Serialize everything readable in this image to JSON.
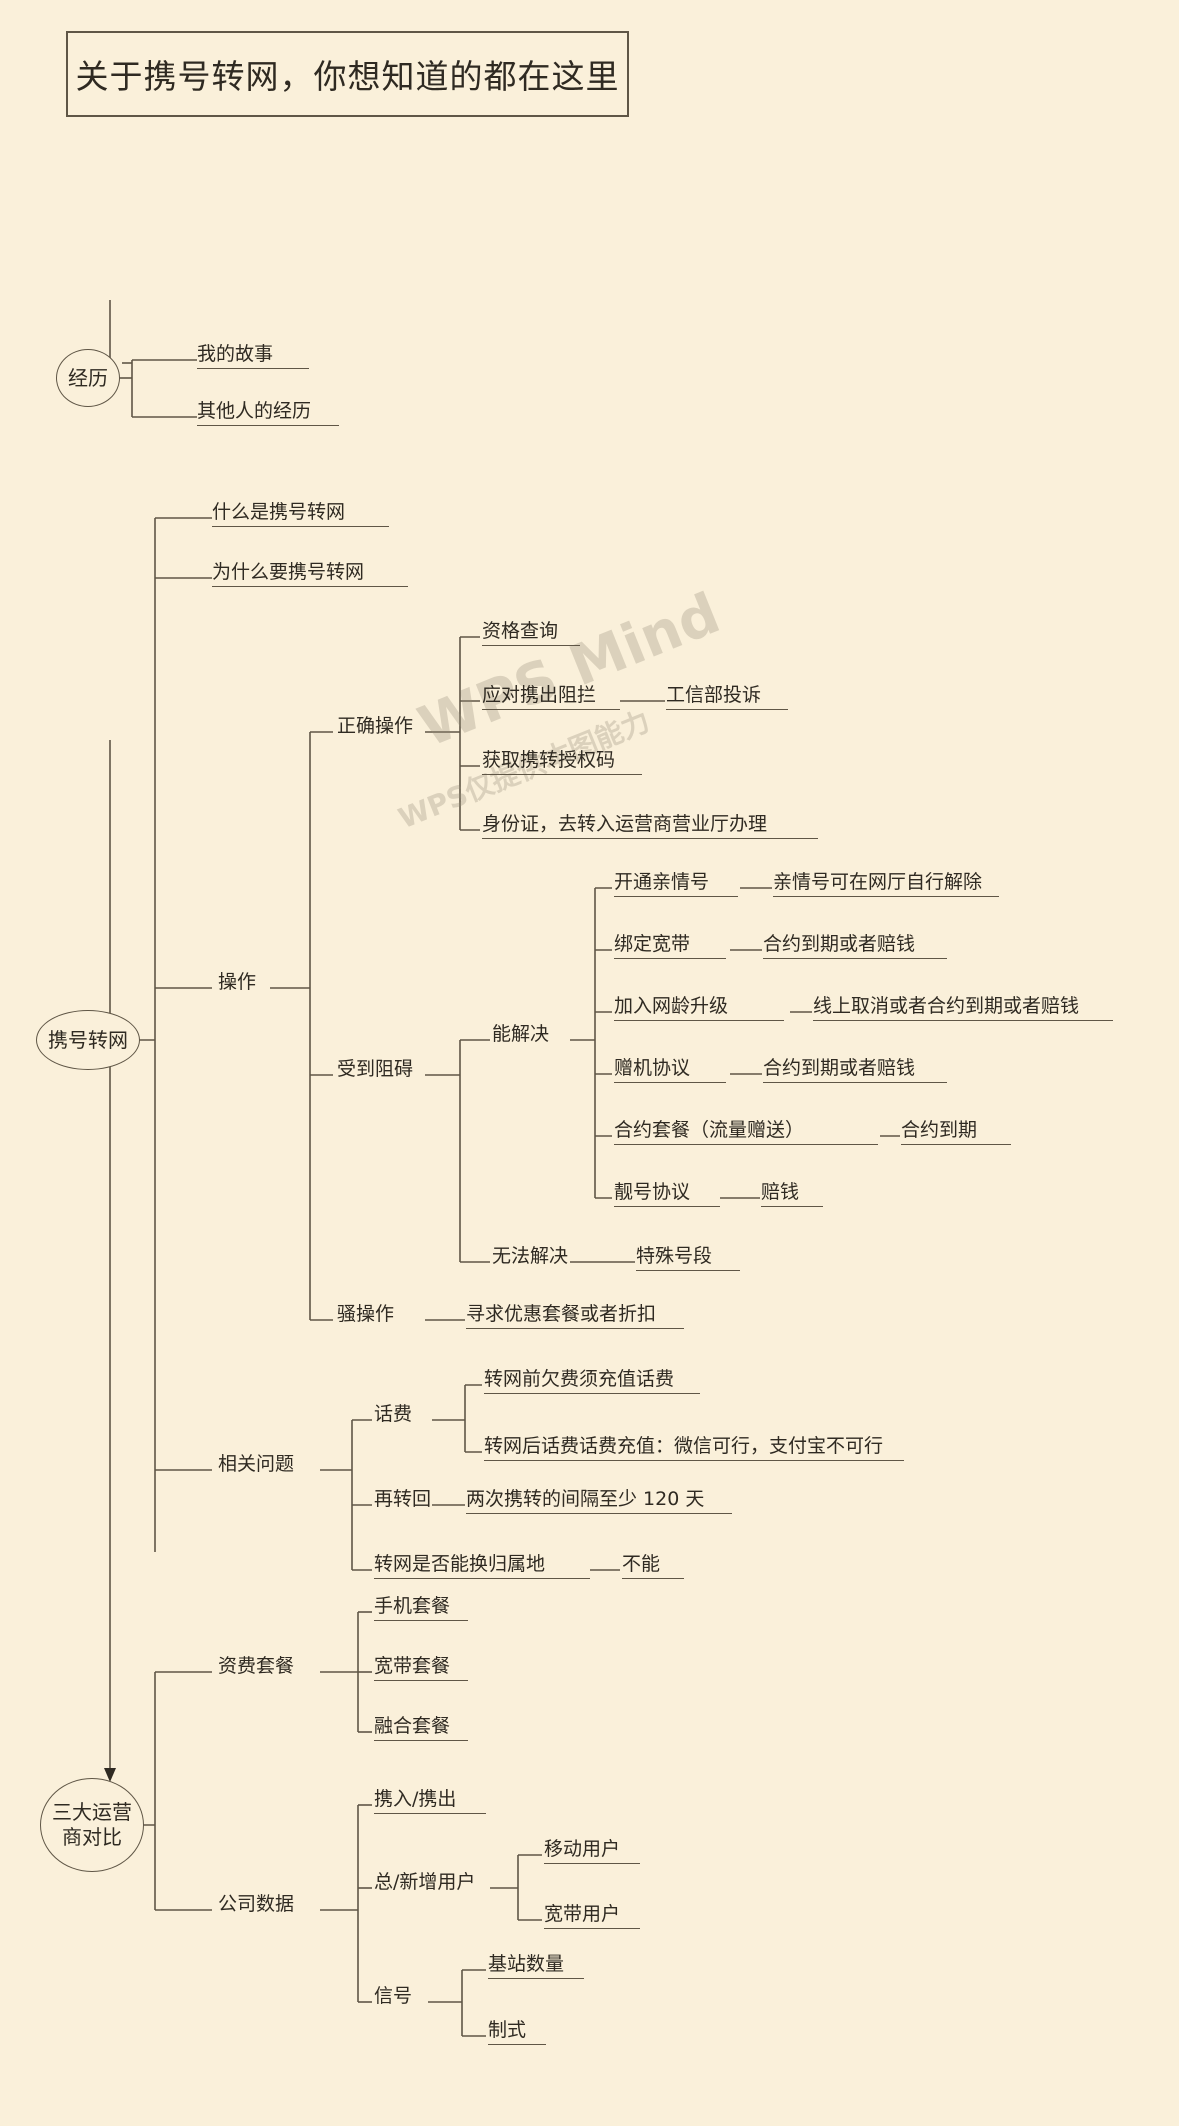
{
  "title": "关于携号转网，你想知道的都在这里",
  "watermark": {
    "line1": "WPS Mind",
    "line2": "WPS仅提供本图能力"
  },
  "root_nodes": [
    {
      "id": "exp",
      "label": "经历"
    },
    {
      "id": "main",
      "label": "携号转网"
    },
    {
      "id": "cmp",
      "label": "三大运营\n商对比"
    }
  ],
  "nodes": {
    "exp_story": "我的故事",
    "exp_others": "其他人的经历",
    "what_is": "什么是携号转网",
    "why": "为什么要携号转网",
    "operate": "操作",
    "correct": "正确操作",
    "correct_1": "资格查询",
    "correct_2": "应对携出阻拦",
    "correct_2_1": "工信部投诉",
    "correct_3": "获取携转授权码",
    "correct_4": "身份证，去转入运营商营业厅办理",
    "blocked": "受到阻碍",
    "solvable": "能解决",
    "s1": "开通亲情号",
    "s1_1": "亲情号可在网厅自行解除",
    "s2": "绑定宽带",
    "s2_1": "合约到期或者赔钱",
    "s3": "加入网龄升级",
    "s3_1": "线上取消或者合约到期或者赔钱",
    "s4": "赠机协议",
    "s4_1": "合约到期或者赔钱",
    "s5": "合约套餐（流量赠送）",
    "s5_1": "合约到期",
    "s6": "靓号协议",
    "s6_1": "赔钱",
    "unsolvable": "无法解决",
    "unsolvable_1": "特殊号段",
    "tricky": "骚操作",
    "tricky_1": "寻求优惠套餐或者折扣",
    "related": "相关问题",
    "fee": "话费",
    "fee_1": "转网前欠费须充值话费",
    "fee_2": "转网后话费话费充值：微信可行，支付宝不可行",
    "back": "再转回",
    "back_1": "两次携转的间隔至少 120 天",
    "region": "转网是否能换归属地",
    "region_1": "不能",
    "plans": "资费套餐",
    "plans_1": "手机套餐",
    "plans_2": "宽带套餐",
    "plans_3": "融合套餐",
    "company": "公司数据",
    "c1": "携入/携出",
    "c2": "总/新增用户",
    "c2_1": "移动用户",
    "c2_2": "宽带用户",
    "c3": "信号",
    "c3_1": "基站数量",
    "c3_2": "制式"
  },
  "colors": {
    "background": "#faf0da",
    "line": "#5f5646",
    "text": "#2f2a22"
  }
}
